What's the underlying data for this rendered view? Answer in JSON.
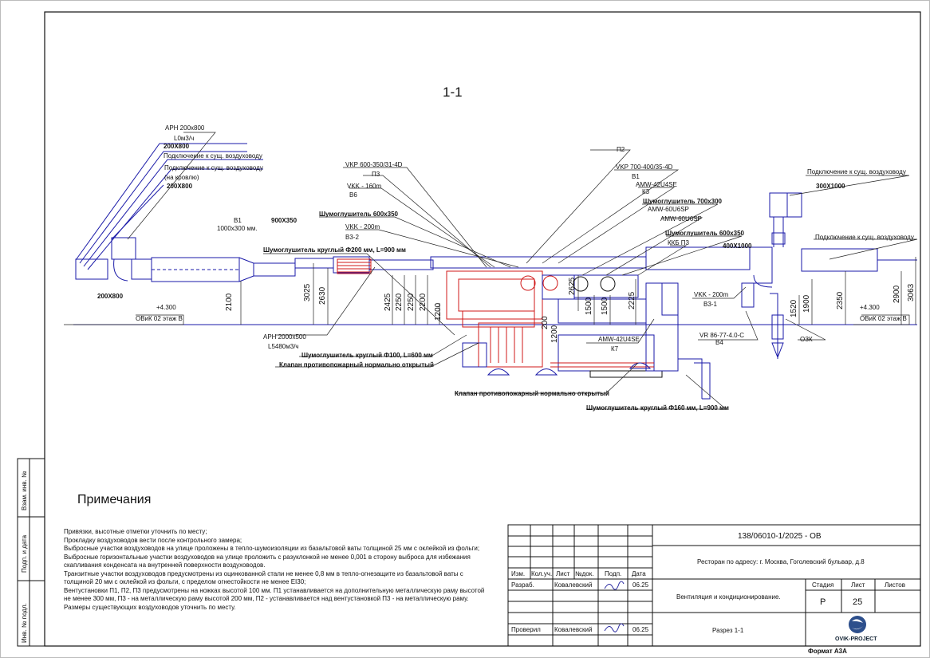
{
  "section_title": "1-1",
  "labels": {
    "arn_200x800": "АРН 200х800",
    "l0m3": "L0м3/ч",
    "d200x800_a": "200Х800",
    "conn_existing_1": "Подключение к сущ. воздуховоду",
    "conn_existing_2": "Подключение к сущ. воздуховоду",
    "na_krovlyu": "(на кровлю)",
    "d200x800_b": "200Х800",
    "b1_a": "В1",
    "d1000x300": "1000х300 мм.",
    "d900x350": "900Х350",
    "d200x800_c": "200Х800",
    "vkp_600": "VKP 600-350/31-4D",
    "p3_a": "П3",
    "vkk_160": "VKK - 160m",
    "b6": "В6",
    "silencer_600x350_a": "Шумоглушитель 600х350",
    "vkk_200_a": "VKK - 200m",
    "b3_2": "В3-2",
    "silencer_round_200": "Шумоглушитель круглый Ф200 мм, L=900 мм",
    "p2": "П2",
    "vkp_700": "VKP 700-400/35-4D",
    "b1_b": "В1",
    "amw_42u4se_a": "AMW-42U4SE",
    "k3": "К3",
    "silencer_700x300": "Шумоглушитель 700х300",
    "amw_60u6sp_a": "AMW-60U6SP",
    "amw_60u6sp_b": "AMW-60U6SP",
    "silencer_600x350_b": "Шумоглушитель 600х350",
    "kkb_p3": "ККБ П3",
    "d400x1000": "400Х1000",
    "conn_existing_3": "Подключение к сущ. воздуховоду",
    "d300x1000": "300Х1000",
    "conn_existing_4": "Подключение к сущ. воздуховоду",
    "elev_4300_l": "+4.300",
    "floor_l": "ОВиК 02 этаж В",
    "elev_4300_r": "+4.300",
    "floor_r": "ОВиК 02 этаж В",
    "arn_2000x500": "АРН 2000х500",
    "l5480": "L5480м3/ч",
    "silencer_round_100": "Шумоглушитель круглый Ф100, L=600 мм",
    "fire_valve_1": "Клапан противопожарный нормально открытый",
    "fire_valve_2": "Клапан противопожарный нормально открытый",
    "amw_42u4se_b": "AMW-42U4SE",
    "k7": "К7",
    "vkk_200_b": "VKK - 200m",
    "b3_1": "В3-1",
    "vr_86": "VR 86-77-4.0-C",
    "b4": "В4",
    "ozk": "ОЗК",
    "silencer_round_160": "Шумоглушитель круглый Ф160 мм, L=900 мм",
    "dim_2100": "2100",
    "dim_3025": "3025",
    "dim_2630": "2630",
    "dim_2425": "2425",
    "dim_2250a": "2250",
    "dim_2250b": "2250",
    "dim_2200": "2200",
    "dim_1200a": "1200",
    "dim_200": "200",
    "dim_1200b": "1200",
    "dim_2625": "2625",
    "dim_1500a": "1500",
    "dim_1500b": "1500",
    "dim_2225": "2225",
    "dim_1520": "1520",
    "dim_1900": "1900",
    "dim_2350": "2350",
    "dim_2900": "2900",
    "dim_3063": "3063"
  },
  "notes": {
    "heading": "Примечания",
    "lines": [
      "Привязки, высотные отметки уточнить по месту;",
      "Прокладку воздуховодов вести после контрольного замера;",
      "Выбросные участки воздуховодов на улице проложены в тепло-шумоизоляции из базальтовой ваты толщиной 25 мм с оклейкой из фольги;",
      "Выбросные горизонтальные участки воздуховодов на улице проложить с разуклонкой не менее 0,001 в сторону выброса для избежания",
      "скапливания конденсата на внутренней поверхности воздуховодов.",
      "Транзитные участки воздуховодов предусмотрены из оцинкованной стали не менее 0,8 мм в тепло-огнезащите из базальтовой ваты с",
      "толщиной 20 мм с оклейкой из фольги, с пределом огнестойкости не менее EI30;",
      "Вентустановки П1, П2, П3 предусмотрены на ножках высотой 100 мм. П1 устанавливается на дополнительную металлическую раму высотой",
      "не менее 300 мм, П3 - на металлическую раму высотой 200 мм, П2 - устанавливается над вентустановкой П3 - на металлическую раму.",
      "Размеры существующих воздуховодов уточнить по месту."
    ]
  },
  "side_stamp": {
    "vzam": "Взам. инв. №",
    "podp": "Подп. и дата",
    "inv": "Инв. № подл."
  },
  "title_block": {
    "doc_code": "138/06010-1/2025 - ОВ",
    "object": "Ресторан по адресу: г. Москва, Гоголевский бульвар, д.8",
    "section": "Вентиляция и кондиционирование.",
    "sheet_name": "Разрез 1-1",
    "col_izm": "Изм.",
    "col_kol": "Кол.уч.",
    "col_list": "Лист",
    "col_ndok": "№док.",
    "col_podp": "Подп.",
    "col_data": "Дата",
    "razrab_label": "Разраб.",
    "razrab_name": "Ковалевский",
    "razrab_date": "06.25",
    "prov_label": "Проверил",
    "prov_name": "Ковалевский",
    "prov_date": "06.25",
    "stage_h": "Стадия",
    "sheet_h": "Лист",
    "sheets_h": "Листов",
    "stage": "Р",
    "sheet": "25",
    "sheets": "",
    "company": "OVIK-PROJECT",
    "format": "Формат А3А"
  },
  "colors": {
    "duct": "#1a1aa8",
    "red": "#d01818",
    "line": "#222",
    "fill_red": "#e33"
  }
}
